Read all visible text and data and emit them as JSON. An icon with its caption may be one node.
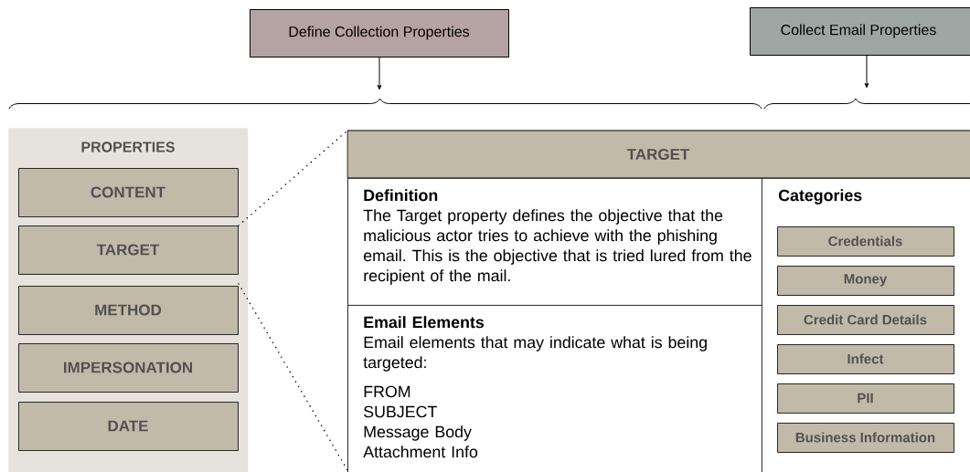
{
  "diagram": {
    "nodes": [
      {
        "text": [
          "Define Collection Properties"
        ]
      },
      {
        "text": [
          "Collect Email Properties"
        ]
      },
      {
        "text": [
          "PROPERTIES"
        ]
      },
      {
        "text": [
          "CONTENT"
        ],
        "in": 2
      },
      {
        "text": [
          "TARGET"
        ],
        "in": 2
      },
      {
        "text": [
          "METHOD"
        ],
        "in": 2
      },
      {
        "text": [
          "IMPERSONATION"
        ],
        "in": 2
      },
      {
        "text": [
          "DATE"
        ],
        "in": 2
      },
      {
        "text": [
          "TARGET"
        ]
      },
      {
        "text": [
          "Definition",
          "The Target property defines the objective that the malicious actor tries to achieve with the phishing email. This is the objective that is tried lured from the recipient of the mail."
        ],
        "in": 8
      },
      {
        "text": [
          "Email Elements",
          "Email elements that may indicate what is being targeted:",
          "FROM",
          "SUBJECT",
          "Message Body",
          "Attachment Info"
        ],
        "in": 8
      },
      {
        "text": [
          "Categories"
        ],
        "in": 8
      },
      {
        "text": [
          "Credentials"
        ],
        "in": 11
      },
      {
        "text": [
          "Money"
        ],
        "in": 11
      },
      {
        "text": [
          "Credit Card Details"
        ],
        "in": 11
      },
      {
        "text": [
          "Infect"
        ],
        "in": 11
      },
      {
        "text": [
          "PII"
        ],
        "in": 11
      },
      {
        "text": [
          "Business Information"
        ],
        "in": 11
      }
    ],
    "edges": [
      {
        "from": 0,
        "to": null,
        "arrow": "to"
      },
      {
        "from": 1,
        "to": null,
        "arrow": "to"
      },
      {
        "from": 4,
        "to": 8,
        "arrow": "none",
        "style": "dashed"
      },
      {
        "from": 4,
        "to": 8,
        "arrow": "none",
        "style": "dashed"
      }
    ]
  }
}
